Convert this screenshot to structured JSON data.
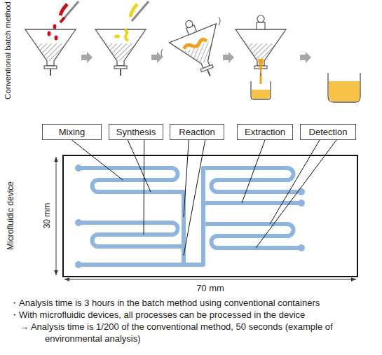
{
  "diagram": {
    "nodes": [
      {
        "text": [
          "Mixing"
        ]
      },
      {
        "text": [
          "Synthesis"
        ]
      },
      {
        "text": [
          "Reaction"
        ]
      },
      {
        "text": [
          "Extraction"
        ]
      },
      {
        "text": [
          "Detection"
        ]
      }
    ],
    "labels": [
      "Conventional batch method",
      "Microfluidic device",
      "30 mm",
      "70 mm",
      "・Analysis time is 3 hours in the batch method using conventional containers",
      "・With microfluidic devices, all processes can be processed in the device",
      "→ Analysis time is 1/200 of the conventional method, 50 seconds (example of environmental analysis)"
    ]
  }
}
